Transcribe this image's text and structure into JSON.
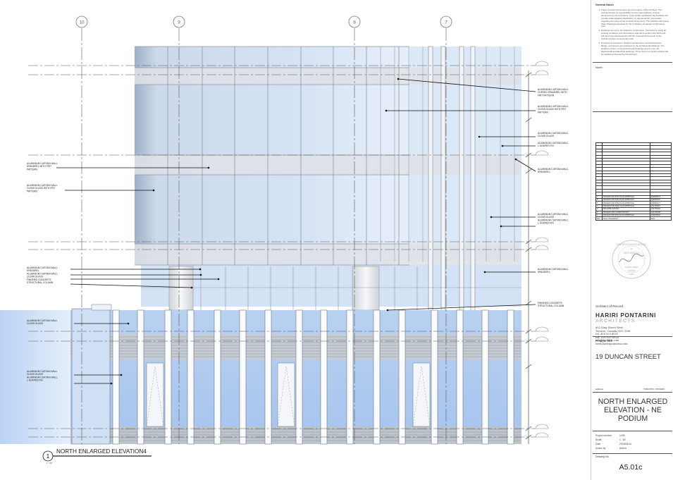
{
  "view": {
    "title": "NORTH ENLARGED ELEVATION4",
    "number": "1",
    "scale": "1 : 50"
  },
  "grid_lines": [
    "10",
    "9",
    "8",
    "7"
  ],
  "callouts_left": [
    [
      "ALUMINIUM CURTAIN WALL",
      "SPANDREL WITH FRIT",
      "PATTERN"
    ],
    [
      "ALUMINIUM CURTAIN WALL",
      "CLEAR GLASS WITH FRIT",
      "PATTERN"
    ],
    [
      "ALUMINIUM CURTAIN WALL",
      "SPANDREL",
      "ALUMINIUM CURTAIN WALL",
      "CLEAR GLASS",
      "FINISHED CONCRETE",
      "STRUCTURAL COLUMN"
    ],
    [
      "ALUMINIUM CURTAIN WALL",
      "CLEAR GLASS"
    ],
    [
      "ALUMINIUM CURTAIN WALL",
      "CLEAR GLASS",
      "ALUMINIUM CURTAIN WALL",
      "L-SHAPED FIN"
    ]
  ],
  "callouts_right": [
    [
      "ALUMINIUM CURTAIN WALL",
      "CURVED SPANDREL WITH",
      "FRIT PATTERN"
    ],
    [
      "ALUMINIUM CURTAIN WALL",
      "CLEAR GLASS WITH FRIT",
      "PATTERN"
    ],
    [
      "ALUMINIUM CURTAIN WALL",
      "CLEAR GLASS"
    ],
    [
      "ALUMINIUM CURTAIN WALL",
      "L-SHAPED FIN"
    ],
    [
      "ALUMINIUM CURTAIN WALL",
      "SPANDREL"
    ],
    [
      "ALUMINIUM CURTAIN WALL",
      "CLEAR GLASS",
      "ALUMINIUM CURTAIN WALL",
      "L-SHAPED FIN"
    ],
    [
      "ALUMINIUM CURTAIN WALL",
      "SPANDREL"
    ],
    [
      "FINISHED CONCRETE",
      "STRUCTURAL COLUMN"
    ]
  ],
  "titleblock": {
    "notes_title": "General Notes",
    "notes": [
      "These Contract Documents are the property of the Architect. The Architect bears no responsibility for the interpretations of these documents by the Contractor. Upon written application the Architect will provide written/graphic clarification or supplementary information regarding the intent of the Contract Documents. The Architect will review Shop Drawings submitted by the Contractor for design conformance only.",
      "Drawings are not to be scaled for construction. Contractor to verify all existing conditions and dimensions required to perform the Work and will report any discrepancies with the Contract Documents to the Architect before commencing work.",
      "Positions of exposed or finished mechanical or electrical devices, fittings, and fixtures are indicated on the architectural drawings. The locations shown on the architectural drawings govern over the Mechanical and Electrical drawings. Those items not clearly located will be located as directed by the Architect."
    ],
    "north_label": "North",
    "rev_rows": [
      [
        "7",
        "ISSUED FOR SITE PLAN APPROVAL",
        "2018/06/14"
      ],
      [
        "6",
        "ISSUED FOR SITE PLAN APPROVAL",
        "2018/03/22"
      ],
      [
        "5",
        "ISSUED FOR SITE PLAN APPROVAL",
        "2018/01/17"
      ],
      [
        "4",
        "ISSUED FOR SITE PLAN APPROVAL",
        "2017/09/11"
      ],
      [
        "3",
        "SPA APPLICATION",
        "2017/06/02"
      ],
      [
        "2",
        "ISSUED FOR COORDINATION",
        "2017/03/08"
      ],
      [
        "1",
        "ISSUED FOR SITE PLAN APPROVAL",
        "2016/09/26"
      ]
    ],
    "rev_header": [
      "Rev.",
      "Issue / Description",
      "Date"
    ],
    "architect_of_record": "Architect of Record",
    "firm_name": "HARIRI PONTARINI",
    "firm_sub": "ARCHITECTS",
    "firm_address": [
      "602 King Street West",
      "Toronto, Canada M5V 1M6",
      "tel. 416.929.4901",
      "fax. 416.929.8924",
      "info@hp-arch.com",
      "www.hariripontarini.com"
    ],
    "seal_text": [
      "ONTARIO ASSOCIATION",
      "OF",
      "ARCHITECTS",
      "SIAMAK HARIRI",
      "LICENCE",
      "4460"
    ],
    "project_title_label": "Project Title",
    "project_title": "19 DUNCAN STREET",
    "address_label": "Address",
    "address_value": "TORONTO, ONTARIO",
    "sheet_title_lines": [
      "NORTH ENLARGED",
      "ELEVATION - NE",
      "PODIUM"
    ],
    "project_number_label": "Project number",
    "project_number": "1436",
    "scale_label": "Scale",
    "scale": "1 : 50",
    "date_label": "Date",
    "date": "2018/06/14",
    "drawn_by_label": "Drawn by",
    "drawn_by": "Author",
    "drawing_no_label": "Drawing No.",
    "drawing_no": "A5.01c"
  },
  "colors": {
    "glass_light": "#d6e4f6",
    "glass_mid": "#b4cdec",
    "glass_podium": "#a9c7ee",
    "spandrel": "#c8ccd2",
    "concrete": "#e4e6e9",
    "line": "#444444"
  }
}
